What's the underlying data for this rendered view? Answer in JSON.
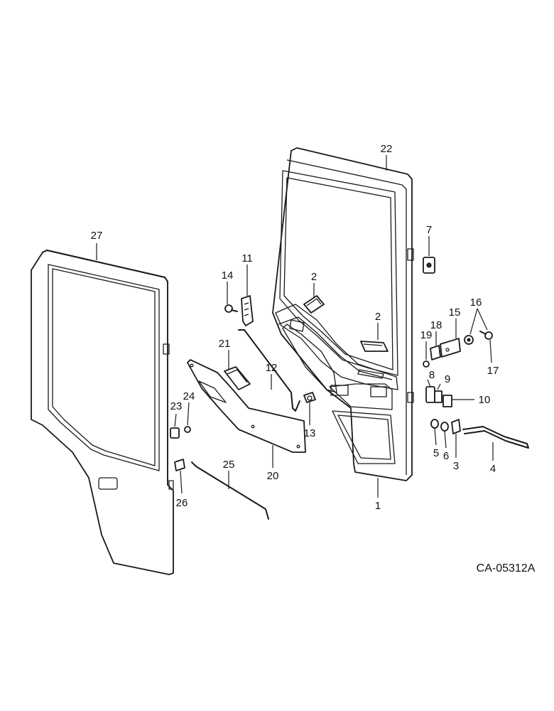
{
  "figure": {
    "drawing_code": "CA-05312A",
    "callouts": [
      {
        "id": "1",
        "label": "1"
      },
      {
        "id": "2a",
        "label": "2"
      },
      {
        "id": "2b",
        "label": "2"
      },
      {
        "id": "3",
        "label": "3"
      },
      {
        "id": "4",
        "label": "4"
      },
      {
        "id": "5",
        "label": "5"
      },
      {
        "id": "6",
        "label": "6"
      },
      {
        "id": "7",
        "label": "7"
      },
      {
        "id": "8",
        "label": "8"
      },
      {
        "id": "9",
        "label": "9"
      },
      {
        "id": "10",
        "label": "10"
      },
      {
        "id": "11",
        "label": "11"
      },
      {
        "id": "12",
        "label": "12"
      },
      {
        "id": "13",
        "label": "13"
      },
      {
        "id": "14",
        "label": "14"
      },
      {
        "id": "15",
        "label": "15"
      },
      {
        "id": "16",
        "label": "16"
      },
      {
        "id": "17",
        "label": "17"
      },
      {
        "id": "18",
        "label": "18"
      },
      {
        "id": "19",
        "label": "19"
      },
      {
        "id": "20",
        "label": "20"
      },
      {
        "id": "21",
        "label": "21"
      },
      {
        "id": "22",
        "label": "22"
      },
      {
        "id": "23",
        "label": "23"
      },
      {
        "id": "24",
        "label": "24"
      },
      {
        "id": "25",
        "label": "25"
      },
      {
        "id": "26",
        "label": "26"
      },
      {
        "id": "27",
        "label": "27"
      }
    ]
  }
}
